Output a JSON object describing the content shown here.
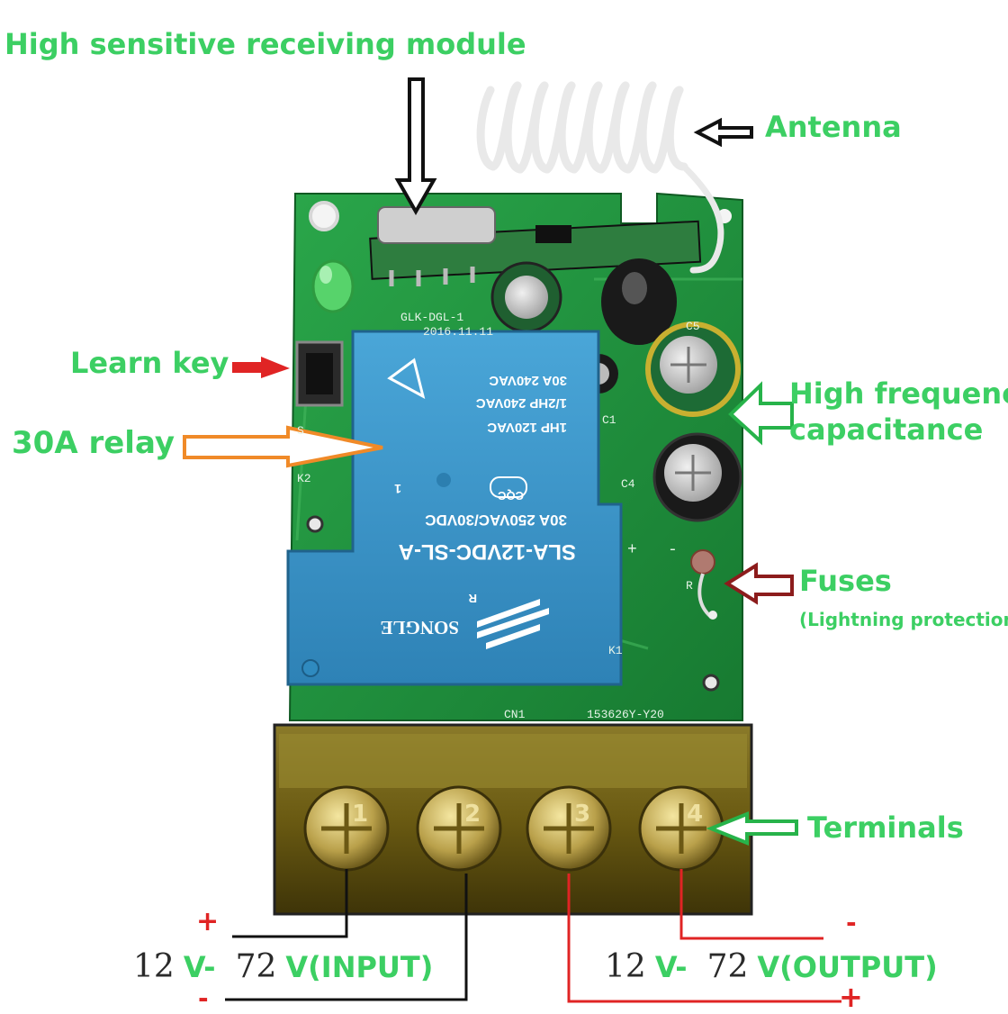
{
  "labels": {
    "receiving_module": "High sensitive receiving module",
    "antenna": "Antenna",
    "learn_key": "Learn key",
    "relay": "30A relay",
    "capacitance_line1": "High frequency",
    "capacitance_line2": "capacitance",
    "fuses": "Fuses",
    "fuses_note": "(Lightning protection)",
    "terminals": "Terminals"
  },
  "wiring": {
    "input_plus": "+",
    "input_minus": "-",
    "output_minus": "-",
    "output_plus": "+",
    "input_voltage_low": "12",
    "input_voltage_mid": "V-",
    "input_voltage_high": "72",
    "input_suffix": "V(INPUT)",
    "output_voltage_low": "12",
    "output_voltage_mid": "V-",
    "output_voltage_high": "72",
    "output_suffix": "V(OUTPUT)"
  },
  "board": {
    "model": "GLK-DGL-1",
    "date": "2016.11.11",
    "code": "153626Y-Y20",
    "cn": "CN1",
    "k1": "K1",
    "k2": "K2",
    "c1": "C1",
    "c4": "C4",
    "c5": "C5",
    "r": "R",
    "s": "S",
    "plus": "+",
    "minus": "-"
  },
  "relay": {
    "rating1": "30A 240VAC",
    "rating2": "1/2HP 240VAC",
    "rating3": "1HP 120VAC",
    "rating4": "30A 250VAC/30VDC",
    "model": "SLA-12VDC-SL-A",
    "brand": "SONGLE",
    "cqc": "CQC",
    "pin": "1",
    "registered": "R"
  },
  "terminal_numbers": [
    "1",
    "2",
    "3",
    "4"
  ],
  "colors": {
    "label_green": "#3ccf63",
    "pcb_green": "#1e8e3a",
    "relay_blue": "#3a95c9",
    "red": "#e02424",
    "orange": "#f08a28",
    "dark_red": "#8c1c1c",
    "terminal_block": "#7c6a1c"
  }
}
